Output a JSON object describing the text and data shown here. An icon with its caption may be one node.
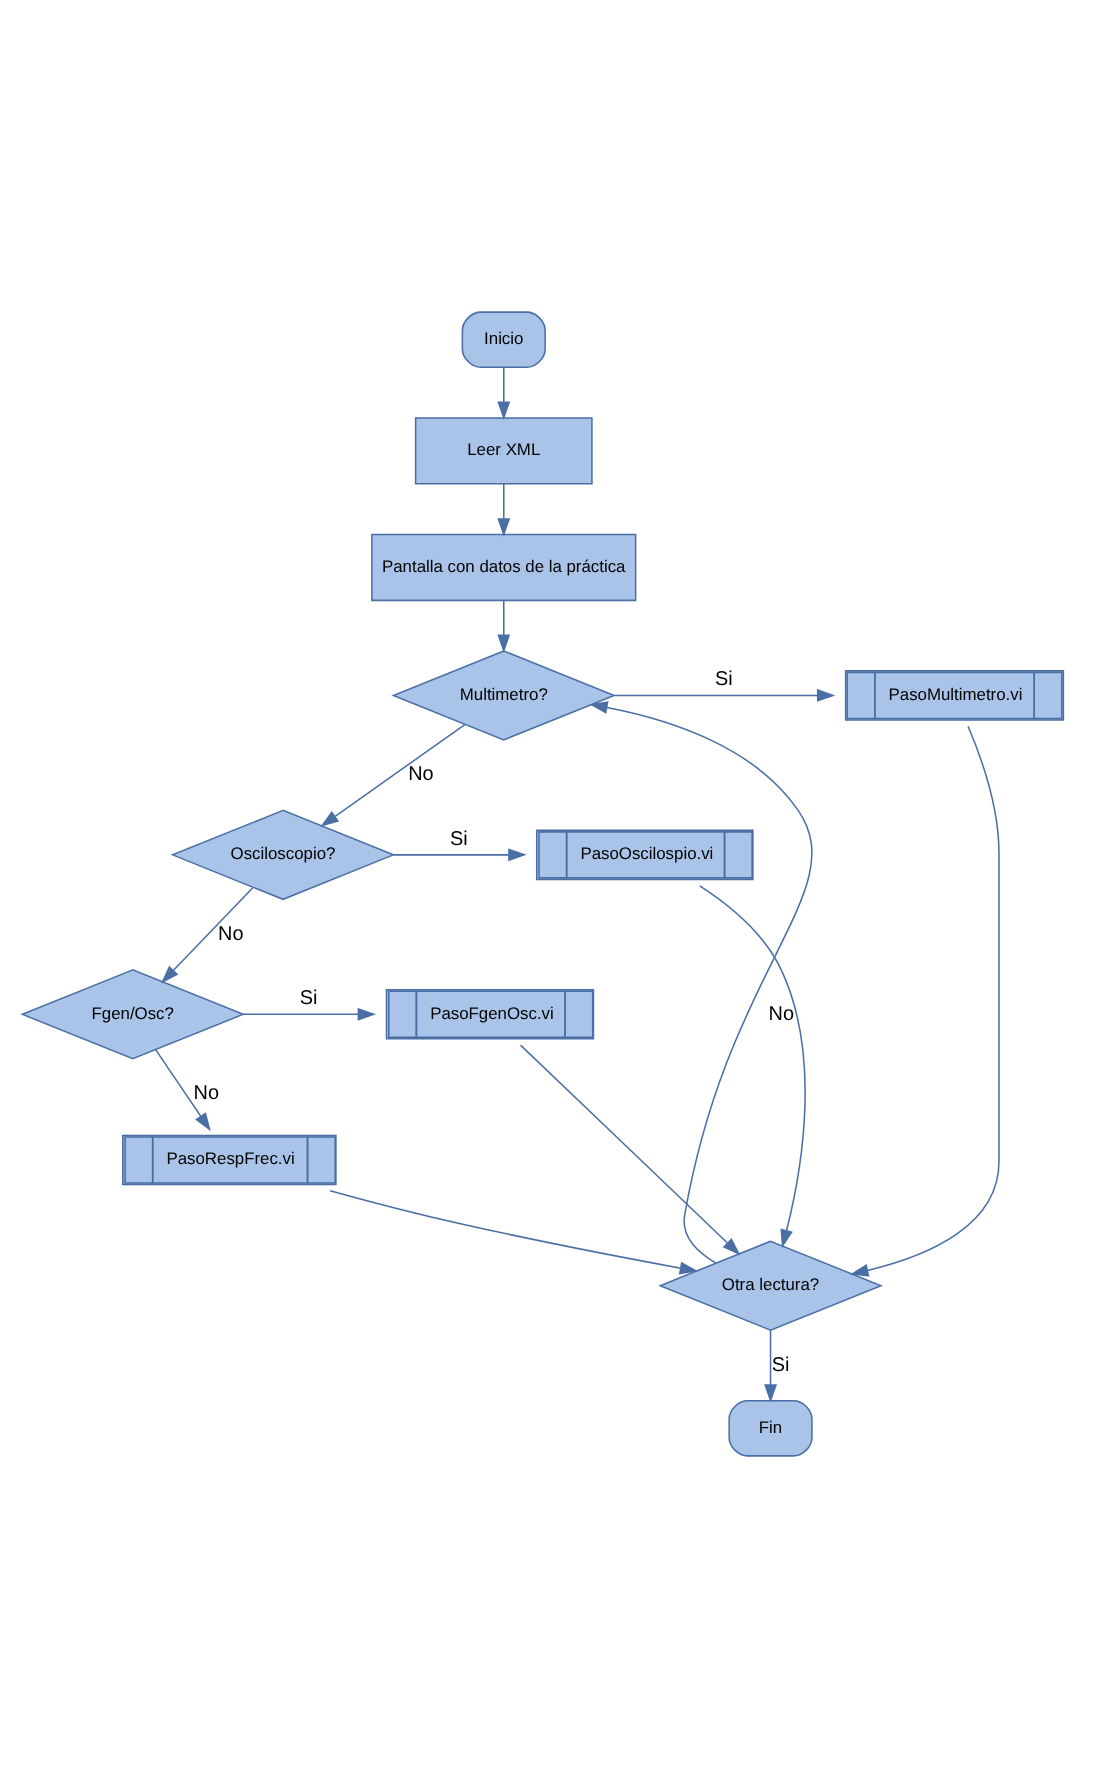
{
  "diagram": {
    "nodes": [
      {
        "text": [
          "Inicio"
        ]
      },
      {
        "text": [
          "Leer XML"
        ]
      },
      {
        "text": [
          "Pantalla con datos de la práctica"
        ]
      },
      {
        "text": [
          "Multimetro?"
        ]
      },
      {
        "text": [
          "PasoMultimetro.vi"
        ]
      },
      {
        "text": [
          "Osciloscopio?"
        ]
      },
      {
        "text": [
          "PasoOscilospio.vi"
        ]
      },
      {
        "text": [
          "Fgen/Osc?"
        ]
      },
      {
        "text": [
          "PasoFgenOsc.vi"
        ]
      },
      {
        "text": [
          "PasoRespFrec.vi"
        ]
      },
      {
        "text": [
          "Otra lectura?"
        ]
      },
      {
        "text": [
          "Fin"
        ]
      }
    ],
    "edges": [
      {
        "from": 0,
        "to": 1,
        "arrow": "to"
      },
      {
        "from": 1,
        "to": 2,
        "arrow": "to"
      },
      {
        "from": 2,
        "to": 3,
        "arrow": "to"
      },
      {
        "from": 3,
        "to": 4,
        "arrow": "to",
        "label": "Si"
      },
      {
        "from": 3,
        "to": 5,
        "arrow": "to",
        "label": "No"
      },
      {
        "from": 5,
        "to": 6,
        "arrow": "to",
        "label": "Si"
      },
      {
        "from": 5,
        "to": 7,
        "arrow": "to",
        "label": "No"
      },
      {
        "from": 7,
        "to": 8,
        "arrow": "to",
        "label": "Si"
      },
      {
        "from": 7,
        "to": 9,
        "arrow": "to",
        "label": "No"
      },
      {
        "from": 4,
        "to": 10,
        "arrow": "to"
      },
      {
        "from": 6,
        "to": 10,
        "arrow": "to"
      },
      {
        "from": 8,
        "to": 10,
        "arrow": "to"
      },
      {
        "from": 9,
        "to": 10,
        "arrow": "to"
      },
      {
        "from": 10,
        "to": 3,
        "arrow": "to",
        "label": "No"
      },
      {
        "from": 10,
        "to": 11,
        "arrow": "to",
        "label": "Si"
      }
    ]
  }
}
